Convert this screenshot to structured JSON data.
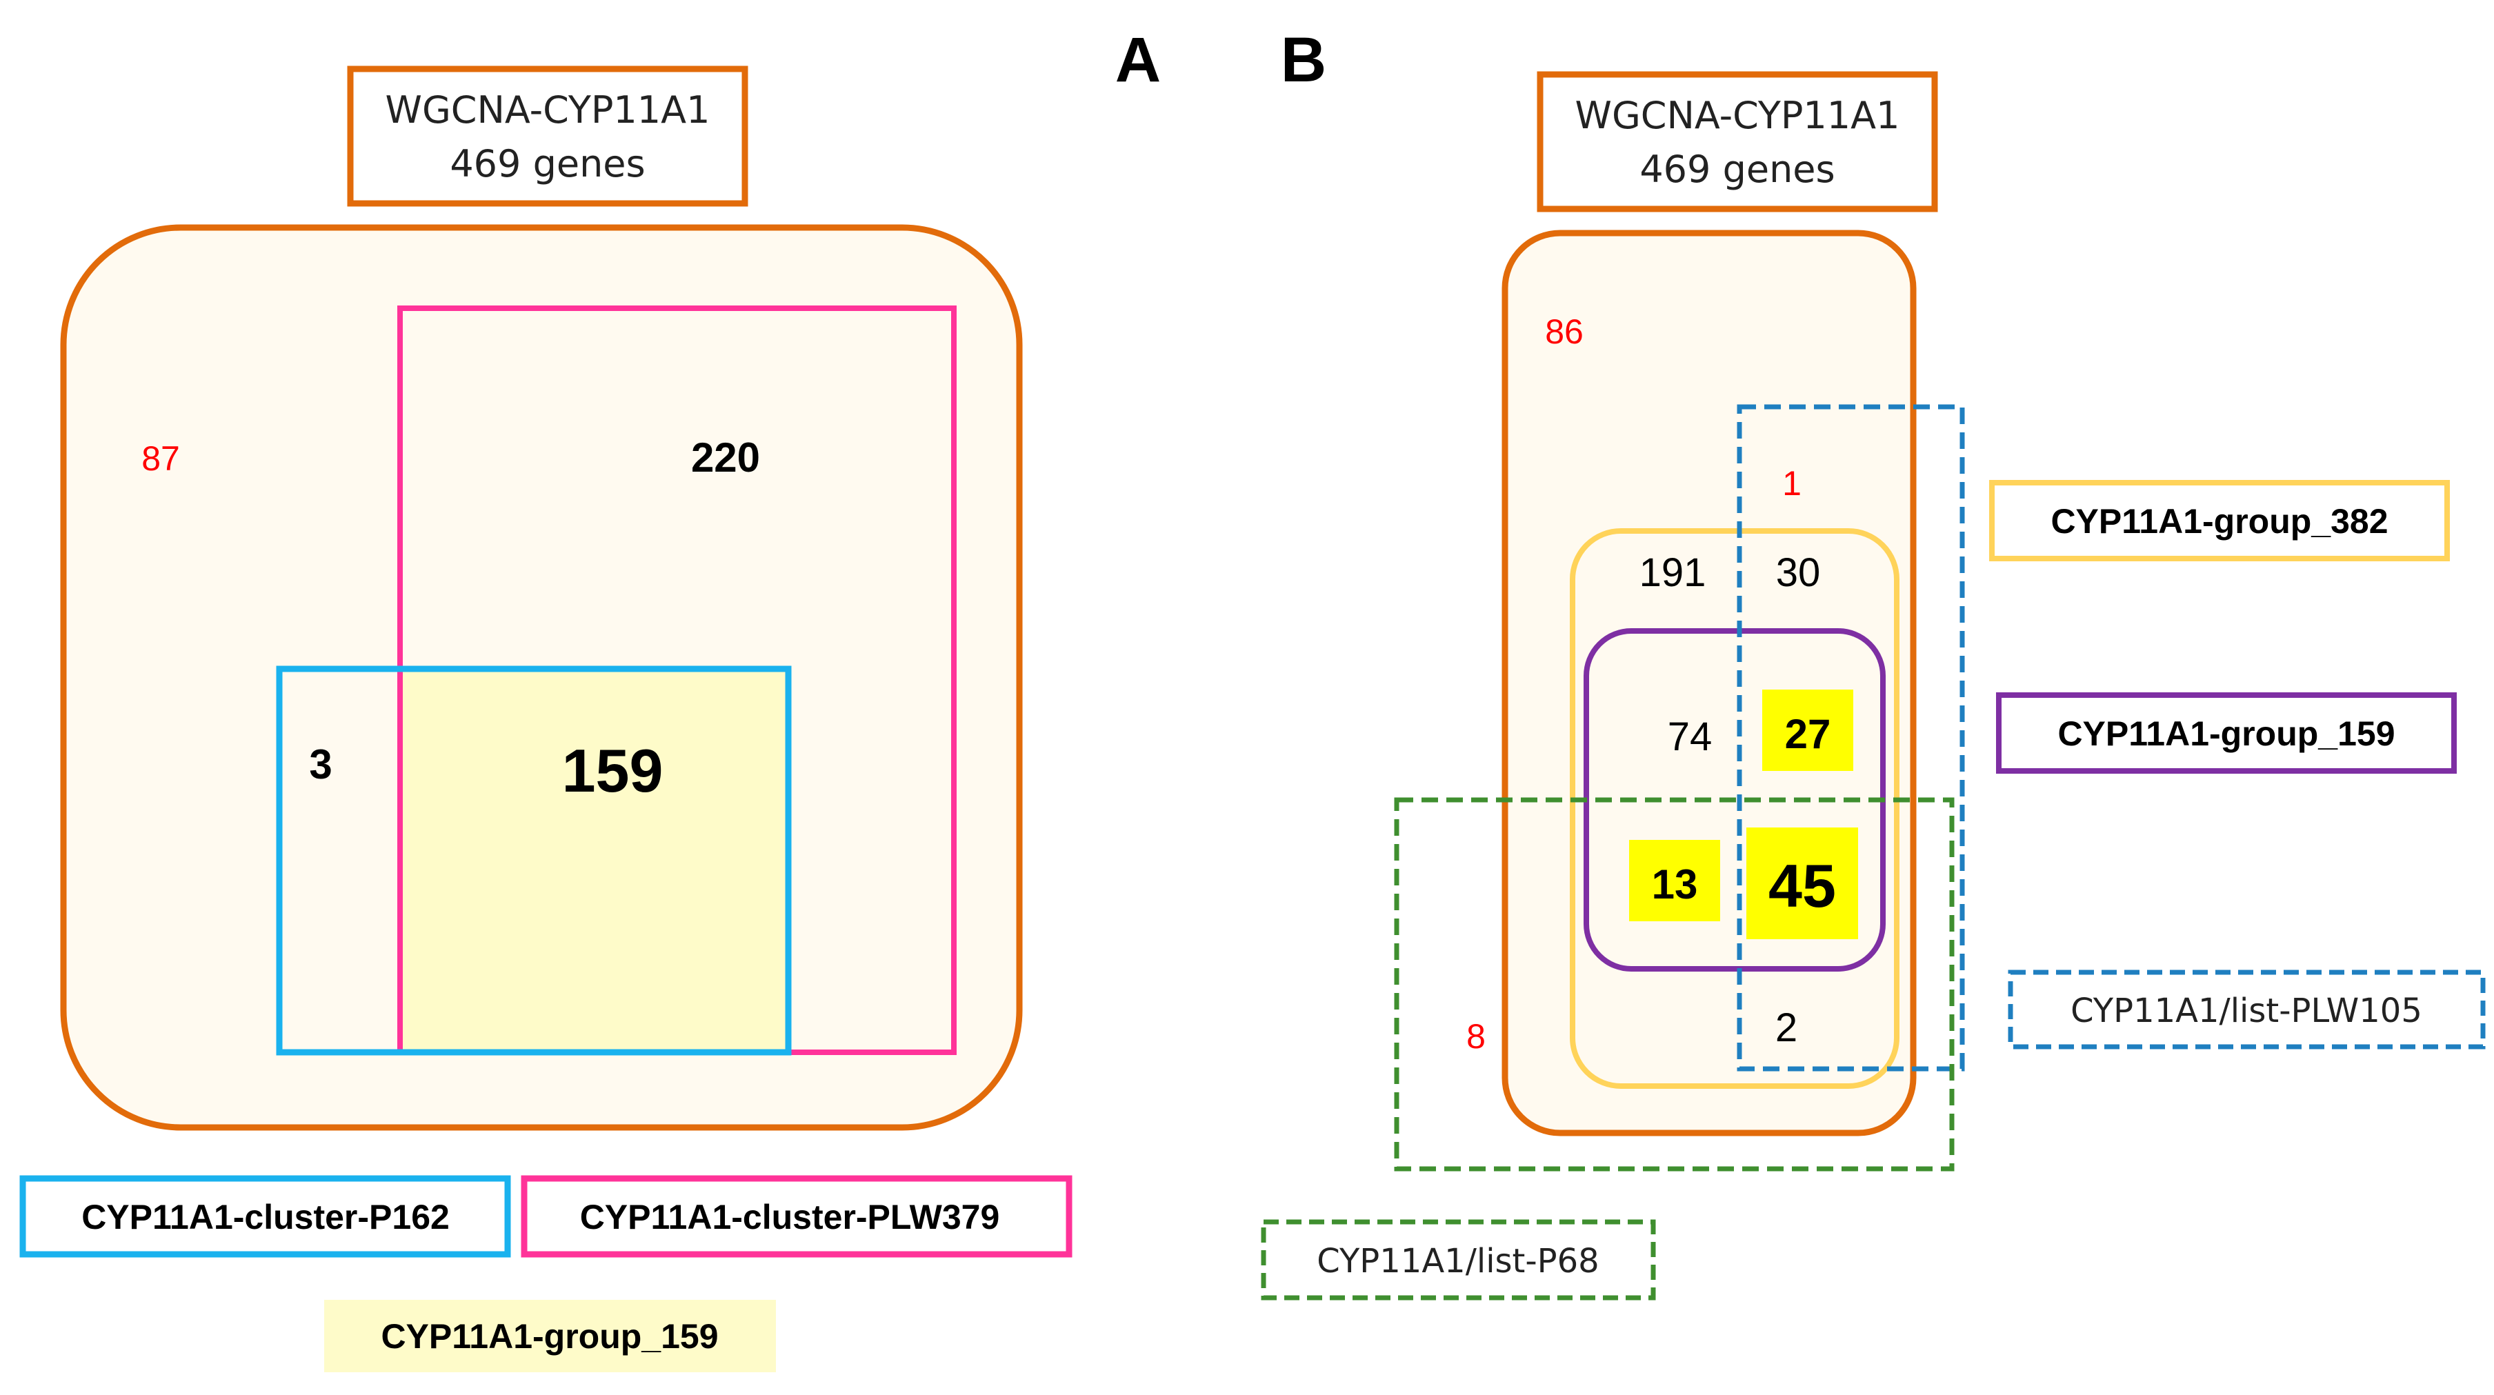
{
  "panel_a": {
    "letter": "A",
    "header_line1": "WGCNA-CYP11A1",
    "header_line2": "469 genes",
    "count_outer": "87",
    "count_pink_only": "220",
    "count_blue_only": "3",
    "count_overlap": "159",
    "legend_blue": "CYP11A1-cluster-P162",
    "legend_pink": "CYP11A1-cluster-PLW379",
    "legend_group": "CYP11A1-group_159"
  },
  "panel_b": {
    "letter": "B",
    "header_line1": "WGCNA-CYP11A1",
    "header_line2": "469 genes",
    "count_outer": "86",
    "count_blue_top": "1",
    "count_yellow_left": "191",
    "count_yellow_right": "30",
    "count_purple_left": "74",
    "count_purple_right": "27",
    "count_green_mid": "13",
    "count_center": "45",
    "count_bottom": "2",
    "count_green_only": "8",
    "legend_yellow": "CYP11A1-group_382",
    "legend_purple": "CYP11A1-group_159",
    "legend_blue": "CYP11A1/list-PLW105",
    "legend_green": "CYP11A1/list-P68"
  },
  "colors": {
    "orange": "#E26B0A",
    "pink": "#FF3399",
    "cyan": "#1AB2EE",
    "light_yellow": "#FEFBC9",
    "pale_fill": "#FFFAF0",
    "gold": "#FFD35A",
    "purple": "#7E2FA3",
    "blue_dashed": "#1F7FC0",
    "green_dashed": "#3F8F2F",
    "highlight": "#FFFF00",
    "red_text": "#FF0000"
  }
}
